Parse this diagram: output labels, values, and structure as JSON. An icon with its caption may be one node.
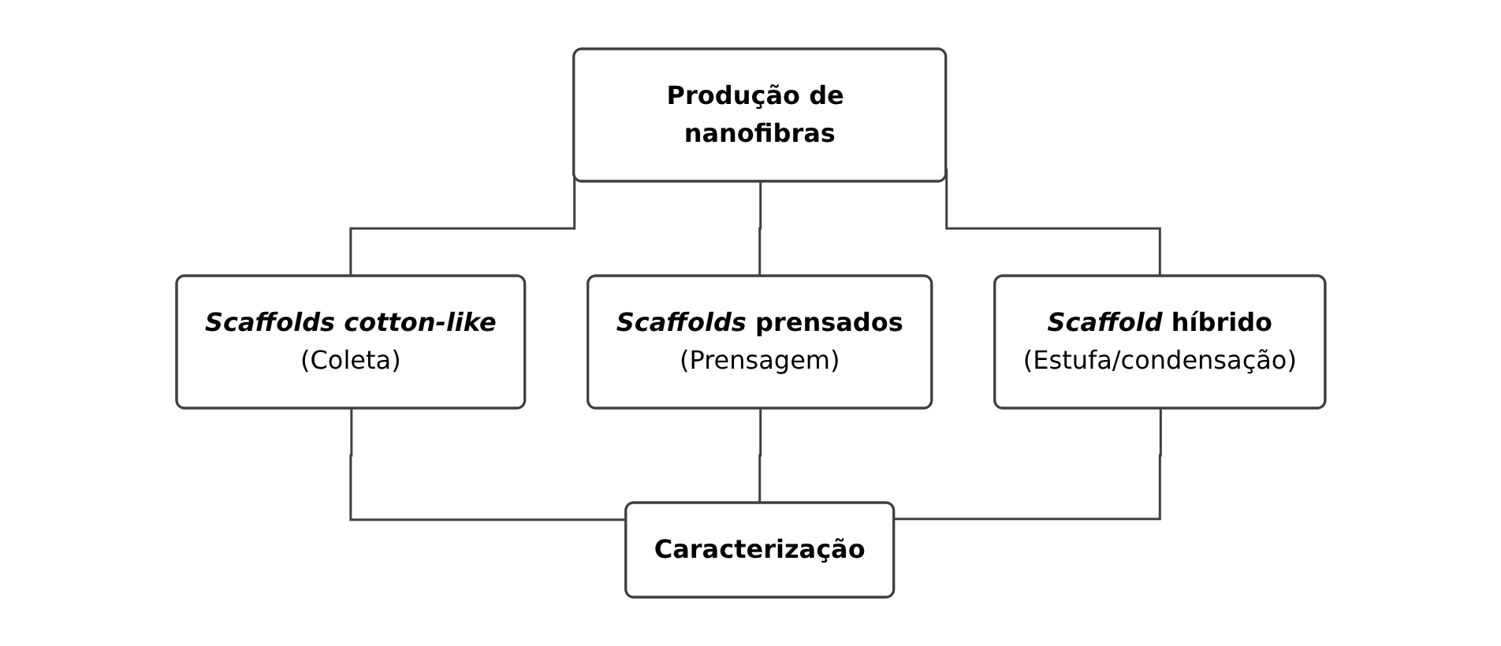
{
  "diagram": {
    "nodes": [
      {
        "text": [
          "Produção de nanofibras"
        ]
      },
      {
        "text": [
          "Scaffolds cotton-like",
          "(Coleta)"
        ]
      },
      {
        "text": [
          "*Scaffolds* prensados",
          "(Prensagem)"
        ]
      },
      {
        "text": [
          "*Scaffold* híbrido",
          "(Estufa/condensação)"
        ]
      },
      {
        "text": [
          "Caracterização"
        ]
      }
    ],
    "edges": [
      {
        "from": 0,
        "to": 1,
        "arrow": "none"
      },
      {
        "from": 0,
        "to": 2,
        "arrow": "none"
      },
      {
        "from": 0,
        "to": 3,
        "arrow": "none"
      },
      {
        "from": 1,
        "to": 4,
        "arrow": "none"
      },
      {
        "from": 2,
        "to": 4,
        "arrow": "none"
      },
      {
        "from": 3,
        "to": 4,
        "arrow": "none"
      }
    ]
  }
}
